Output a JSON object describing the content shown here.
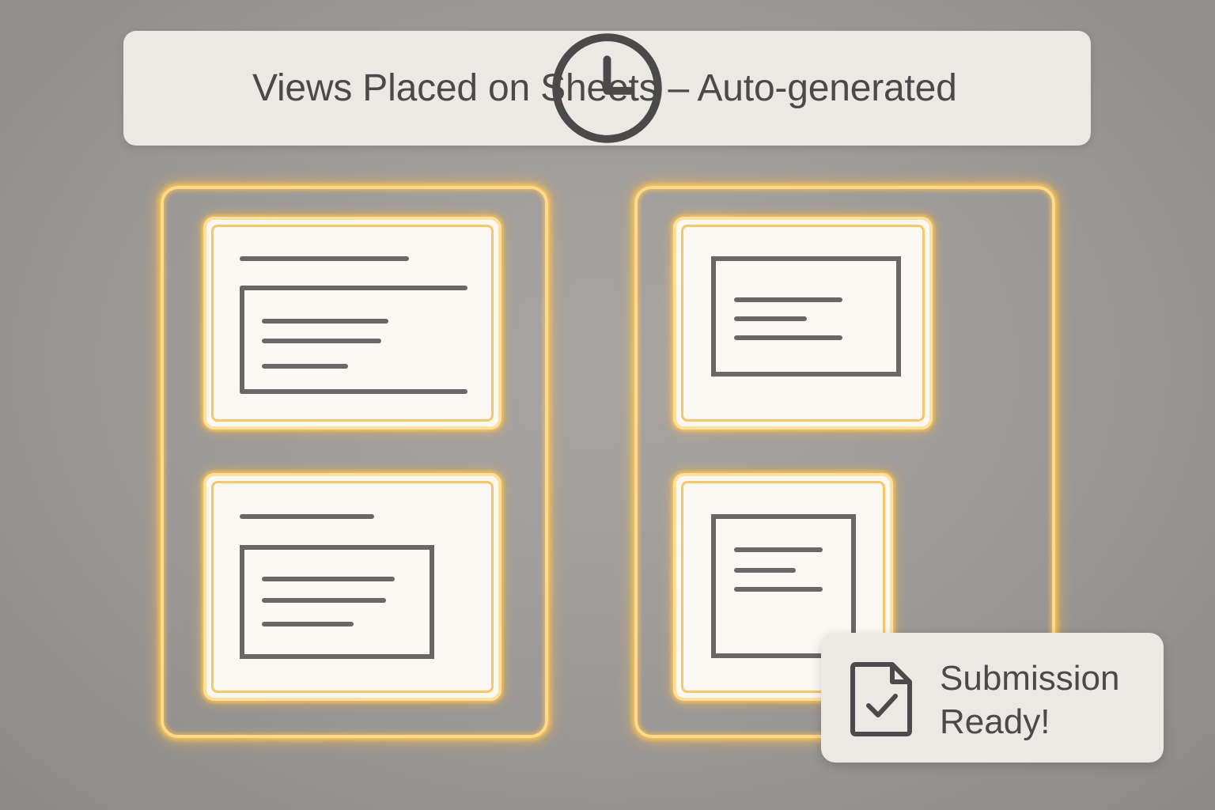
{
  "header": {
    "title": "Views Placed on Sheets – Auto-generated",
    "icon": "clock-icon"
  },
  "notification": {
    "line1": "Submission",
    "line2": "Ready!",
    "icon": "document-check-icon"
  },
  "colors": {
    "background": "#9b9896",
    "glow": "#ffc450",
    "panel": "#ece8e4",
    "card": "#fbf8f3",
    "ink": "#4a4a4a"
  }
}
